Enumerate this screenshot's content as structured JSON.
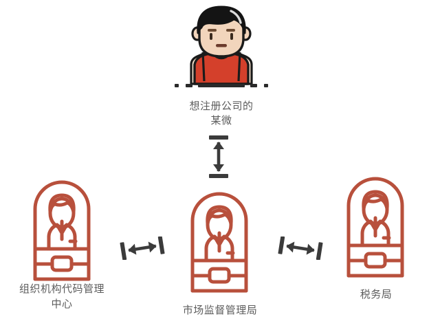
{
  "diagram": {
    "title_alt": "公司注册办事流程关系图",
    "background_color": "#ffffff",
    "icon_stroke_color": "#b8503c",
    "arrow_color": "#3b3b3b",
    "label_color": "#5c5c5c"
  },
  "citizen": {
    "icon_name": "person-avatar",
    "label": "想注册公司的\n某微",
    "hair_color": "#1b1b1b",
    "skin_color": "#f2d5bc",
    "shirt_color": "#d4402b"
  },
  "nodes": [
    {
      "id": "org-code-center",
      "icon_name": "office-counter-clerk-icon",
      "label": "组织机构代码管理\n中心"
    },
    {
      "id": "market-supervision-bureau",
      "icon_name": "office-counter-clerk-icon",
      "label": "市场监督管理局"
    },
    {
      "id": "tax-bureau",
      "icon_name": "office-counter-clerk-icon",
      "label": "税务局"
    }
  ],
  "connectors": [
    {
      "id": "citizen-to-market",
      "icon_name": "double-arrow-vertical-icon",
      "direction": "vertical",
      "from": "想注册公司的某微",
      "to": "市场监督管理局"
    },
    {
      "id": "org-to-market",
      "icon_name": "double-arrow-horizontal-icon",
      "direction": "horizontal",
      "from": "组织机构代码管理中心",
      "to": "市场监督管理局"
    },
    {
      "id": "market-to-tax",
      "icon_name": "double-arrow-horizontal-icon",
      "direction": "horizontal",
      "from": "市场监督管理局",
      "to": "税务局"
    }
  ]
}
